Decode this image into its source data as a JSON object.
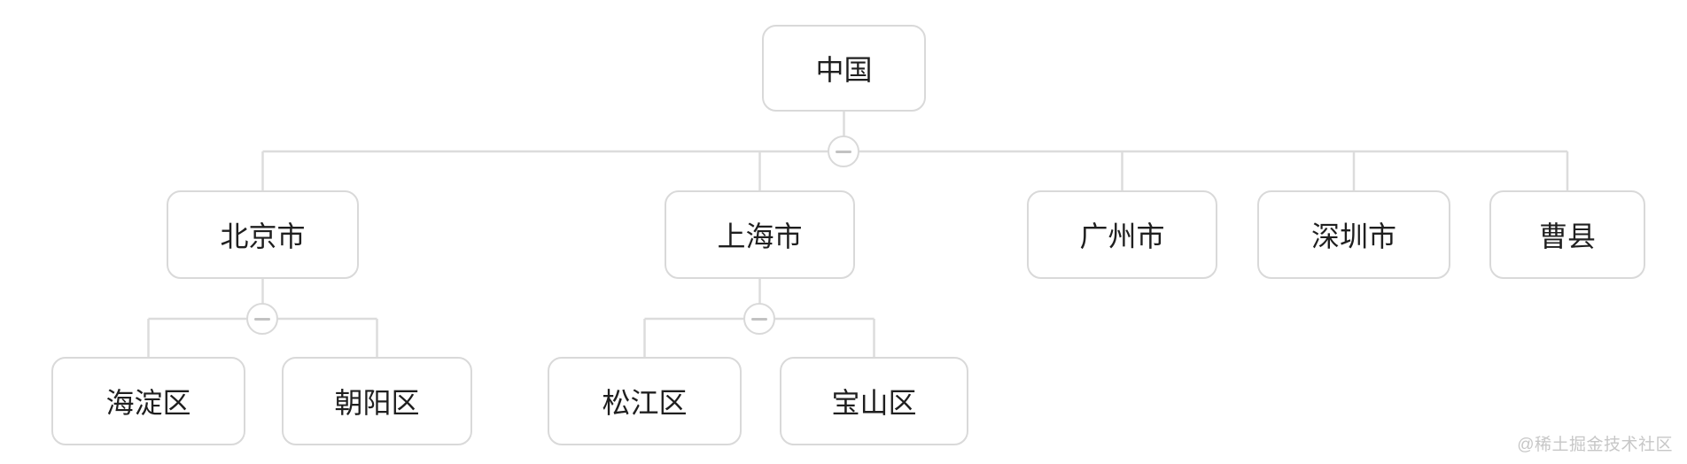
{
  "canvas": {
    "background": "#ffffff"
  },
  "palette": {
    "node_border": "#d9d9d9",
    "node_fill": "#ffffff",
    "node_text": "#1f1f1f",
    "connector": "#dcdcdc",
    "collapse_icon": "#c2c2c2",
    "watermark_text": "#c7c7c7"
  },
  "icons": {
    "collapse": "minus-circle"
  },
  "tree": {
    "label": "中国",
    "expanded": true,
    "children": [
      {
        "label": "北京市",
        "expanded": true,
        "children": [
          {
            "label": "海淀区"
          },
          {
            "label": "朝阳区"
          }
        ]
      },
      {
        "label": "上海市",
        "expanded": true,
        "children": [
          {
            "label": "松江区"
          },
          {
            "label": "宝山区"
          }
        ]
      },
      {
        "label": "广州市"
      },
      {
        "label": "深圳市"
      },
      {
        "label": "曹县"
      }
    ]
  },
  "watermark": {
    "text": "@稀土掘金技术社区"
  }
}
